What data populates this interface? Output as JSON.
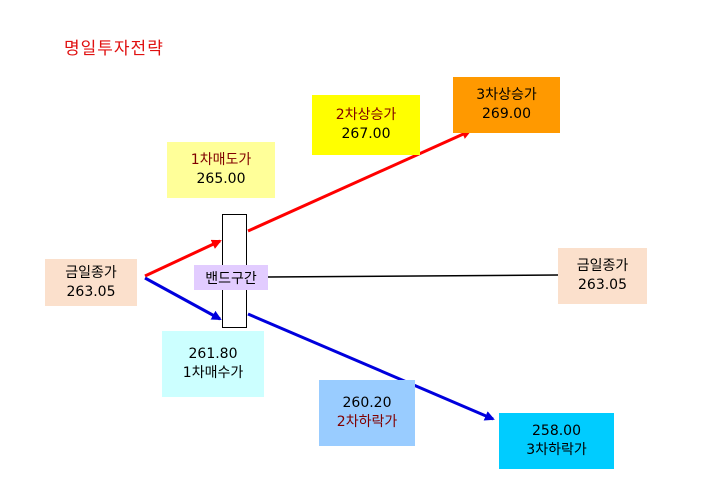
{
  "title": "명일투자전략",
  "close_left": {
    "label": "금일종가",
    "value": "263.05"
  },
  "close_right": {
    "label": "금일종가",
    "value": "263.05"
  },
  "sell1": {
    "label": "1차매도가",
    "value": "265.00"
  },
  "rise2": {
    "label": "2차상승가",
    "value": "267.00"
  },
  "rise3": {
    "label": "3차상승가",
    "value": "269.00"
  },
  "buy1": {
    "label": "1차매수가",
    "value": "261.80"
  },
  "fall2": {
    "label": "2차하락가",
    "value": "260.20"
  },
  "fall3": {
    "label": "3차하락가",
    "value": "258.00"
  },
  "band_label": "밴드구간",
  "colors": {
    "title": "#e01010",
    "close": "#fbe0cc",
    "sell1": "#ffff99",
    "rise2": "#ffff00",
    "rise3": "#ff9900",
    "buy1": "#ccffff",
    "fall2": "#99ccff",
    "fall3": "#00ccff",
    "band_label": "#e2ccff",
    "up_arrow": "#ff0000",
    "down_arrow": "#0000dd",
    "dark_red_text": "#800000"
  }
}
